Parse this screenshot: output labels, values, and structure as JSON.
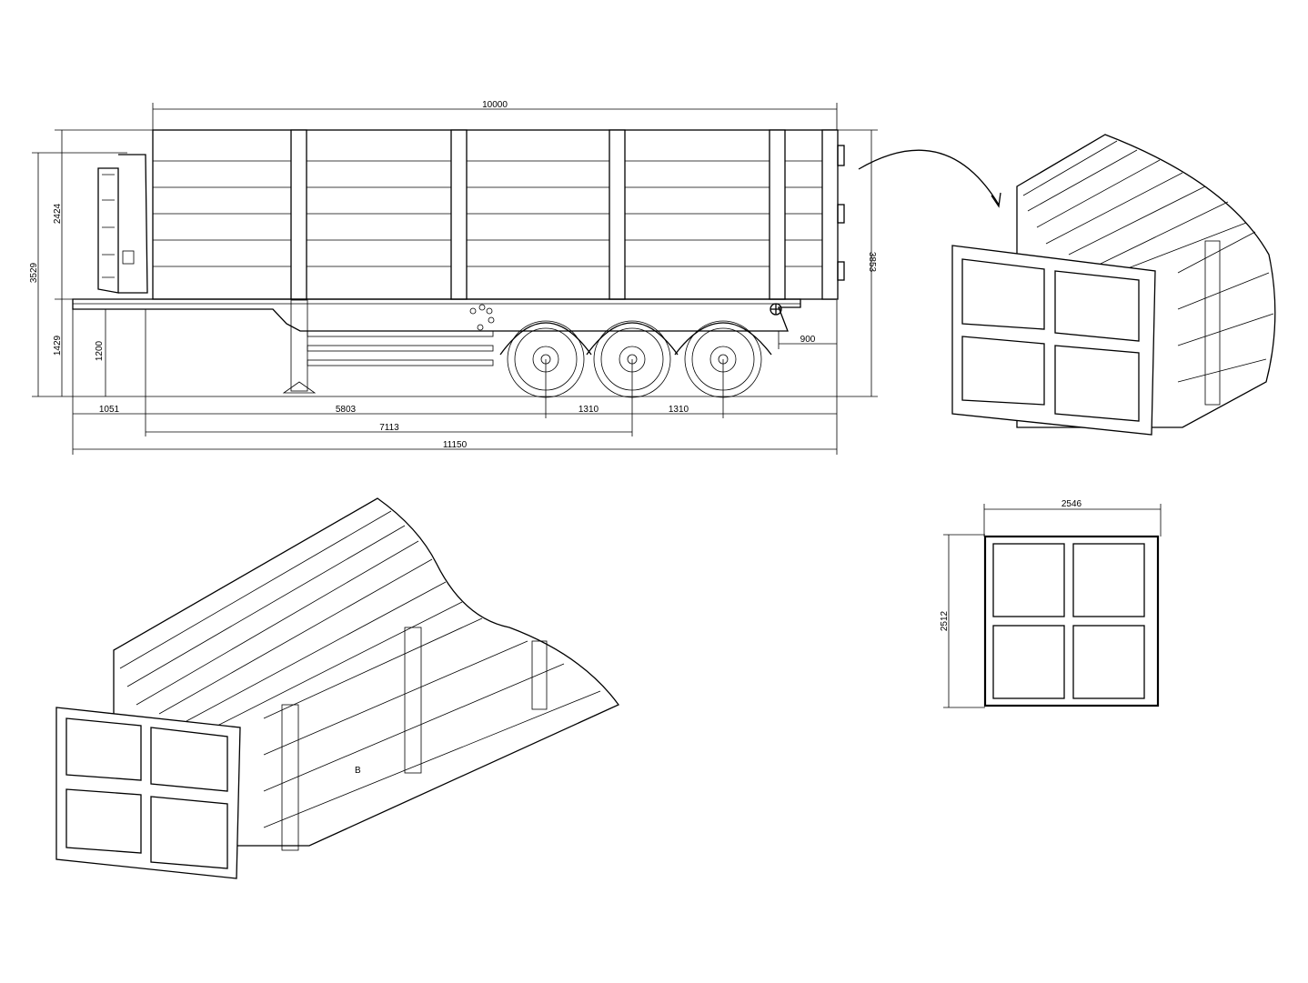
{
  "dimensions": {
    "overall_deck_length": "10000",
    "overall_length": "11150",
    "front_overhang": "1051",
    "kingpin_to_axle1": "5803",
    "kingpin_to_axle2": "7113",
    "axle_spacing_1": "1310",
    "axle_spacing_2": "1310",
    "rear_overhang": "900",
    "body_height": "2424",
    "total_height_front": "3529",
    "total_height_rear": "3853",
    "chassis_height": "1429",
    "fifth_wheel_height": "1200",
    "rear_width": "2546",
    "rear_height": "2512"
  },
  "annotations": {
    "detail_label": "B"
  }
}
